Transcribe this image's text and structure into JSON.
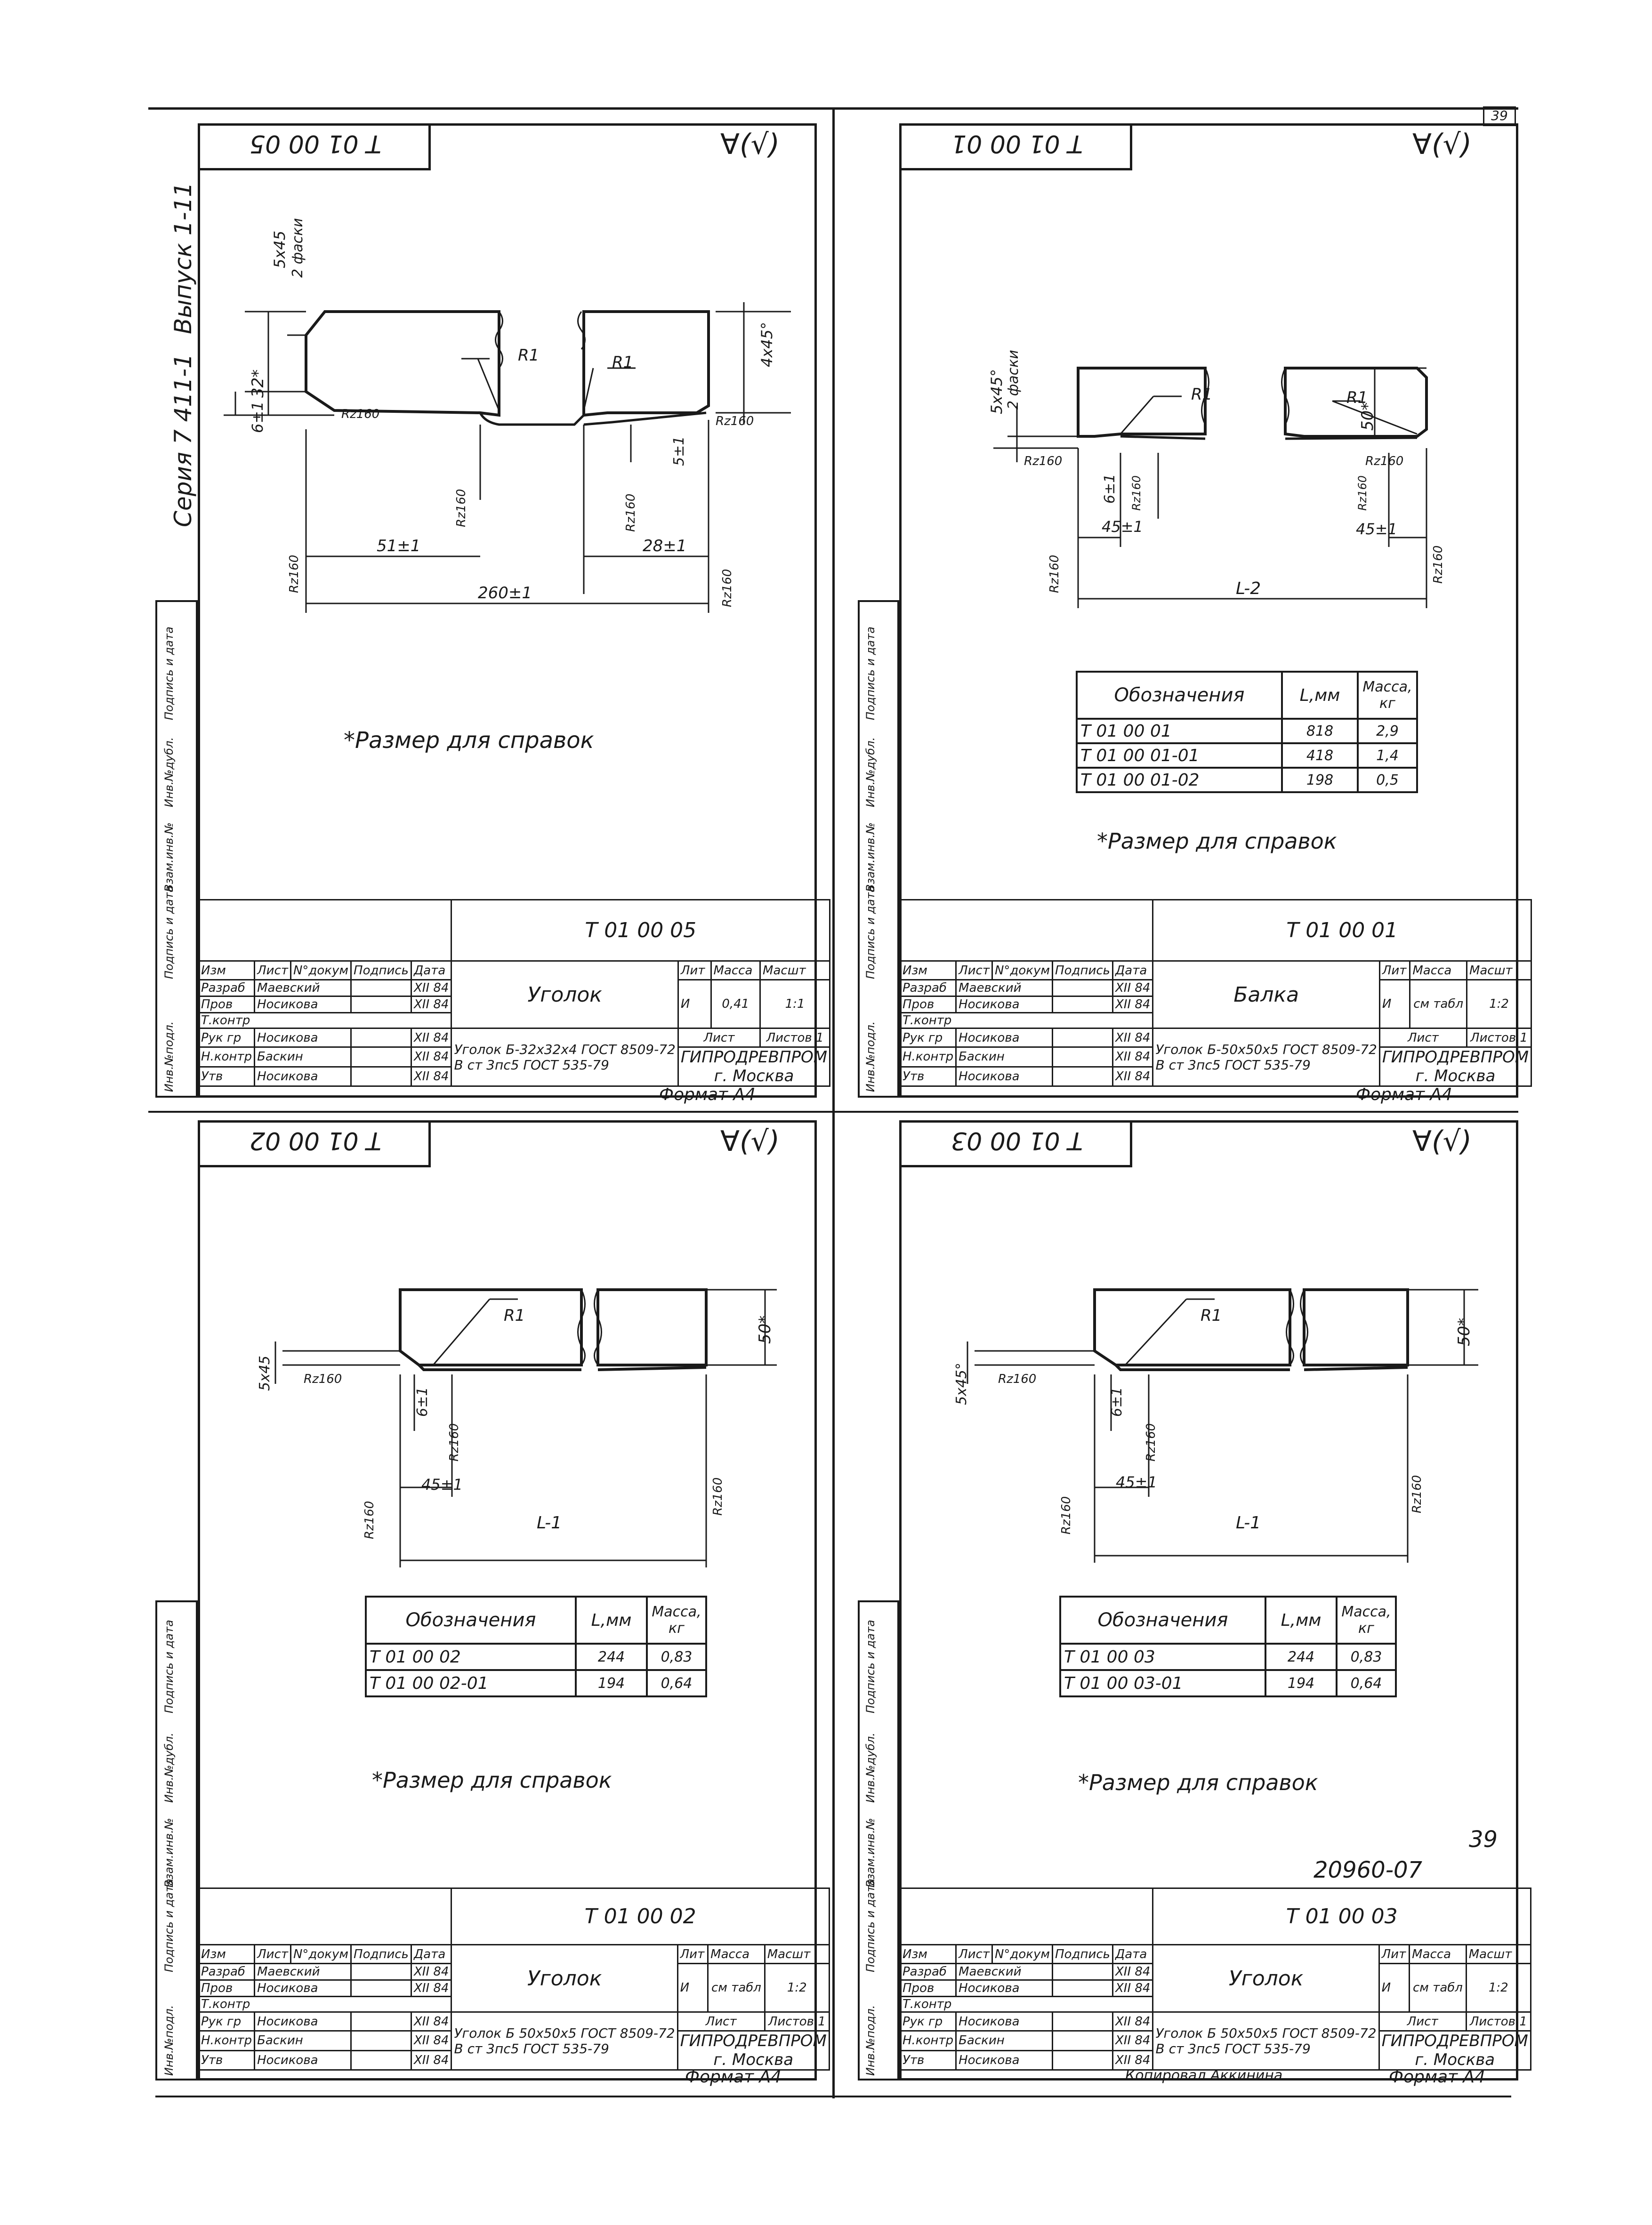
{
  "page": {
    "page_number": "39",
    "sheet_code": "20960-07",
    "sheet_number_handwritten": "39",
    "copied_by": "Копировал Аккинина"
  },
  "series": {
    "label": "Серия 7 411-1",
    "issue": "Выпуск 1-11"
  },
  "side_strip": {
    "labels": [
      "Инв.№подл.",
      "Подпись и дата",
      "Взам.инв.№",
      "Инв.№дубл.",
      "Подпись и дата"
    ]
  },
  "common": {
    "roughness_mark": "∀(√)",
    "roughness_rz": "Rz160",
    "reference_note": "*Размер для справок",
    "format": "Формат А4",
    "tb_headers": {
      "izm": "Изм",
      "list": "Лист",
      "ndokum": "N°докум",
      "podpis": "Подпись",
      "data": "Дата",
      "razrab": "Разраб",
      "prov": "Пров",
      "tkontr": "Т.контр",
      "rukgr": "Рук гр",
      "nkontr": "Н.контр",
      "utv": "Утв",
      "lit": "Лит",
      "massa": "Масса",
      "masshtab": "Масшт",
      "list_short": "Лист",
      "listov": "Листов 1",
      "lit_value": "И"
    },
    "people": {
      "razrab": "Маевский",
      "prov": "Носикова",
      "rukgr": "Носикова",
      "nkontr": "Баскин",
      "utv": "Носикова"
    },
    "date": "XII 84",
    "org": "ГИПРОДРЕВПРОМ",
    "city": "г. Москва",
    "spec_headers": {
      "designation": "Обозначения",
      "length": "L,мм",
      "mass": "Масса, кг"
    }
  },
  "panels": [
    {
      "id": "p1",
      "code": "Т 01 00 05",
      "title": "Уголок",
      "mass": "0,41",
      "scale": "1:1",
      "material_type": "Уголок",
      "material_line1": "Б-32x32x4 ГОСТ 8509-72",
      "material_line2": "В ст 3пс5 ГОСТ 535-79",
      "dims": {
        "chamfer": "5x45",
        "chamfer_note": "2 фаски",
        "height": "32*",
        "tol6": "6±1",
        "r1a": "R1",
        "r1b": "R1",
        "right_chamfer": "4x45°",
        "tol5": "5±1",
        "d51": "51±1",
        "d28": "28±1",
        "total": "260±1"
      }
    },
    {
      "id": "p2",
      "code": "Т 01 00 01",
      "title": "Балка",
      "mass": "см табл",
      "scale": "1:2",
      "material_type": "Уголок",
      "material_line1": "Б-50x50x5 ГОСТ 8509-72",
      "material_line2": "В ст 3пс5 ГОСТ 535-79",
      "dims": {
        "chamfer": "5x45°",
        "chamfer_note": "2 фаски",
        "height": "50*",
        "r1a": "R1",
        "r1b": "R1",
        "tol6": "6±1",
        "d45a": "45±1",
        "d45b": "45±1",
        "total": "L-2"
      },
      "table": [
        {
          "designation": "Т 01 00 01",
          "length": "818",
          "mass": "2,9"
        },
        {
          "designation": "Т 01 00 01-01",
          "length": "418",
          "mass": "1,4"
        },
        {
          "designation": "Т 01 00 01-02",
          "length": "198",
          "mass": "0,5"
        }
      ]
    },
    {
      "id": "p3",
      "code": "Т 01 00 02",
      "title": "Уголок",
      "mass": "см табл",
      "scale": "1:2",
      "material_type": "Уголок",
      "material_line1": "Б 50x50x5 ГОСТ 8509-72",
      "material_line2": "В ст 3пс5 ГОСТ 535-79",
      "dims": {
        "chamfer": "5x45",
        "height": "50*",
        "r1": "R1",
        "tol6": "6±1",
        "d45": "45±1",
        "total": "L-1"
      },
      "table": [
        {
          "designation": "Т 01 00 02",
          "length": "244",
          "mass": "0,83"
        },
        {
          "designation": "Т 01 00 02-01",
          "length": "194",
          "mass": "0,64"
        }
      ]
    },
    {
      "id": "p4",
      "code": "Т 01 00 03",
      "title": "Уголок",
      "mass": "см табл",
      "scale": "1:2",
      "material_type": "Уголок",
      "material_line1": "Б 50x50x5 ГОСТ 8509-72",
      "material_line2": "В ст 3пс5 ГОСТ 535-79",
      "dims": {
        "chamfer": "5x45°",
        "height": "50*",
        "r1": "R1",
        "tol6": "6±1",
        "d45": "45±1",
        "total": "L-1"
      },
      "table": [
        {
          "designation": "Т 01 00 03",
          "length": "244",
          "mass": "0,83"
        },
        {
          "designation": "Т 01 00 03-01",
          "length": "194",
          "mass": "0,64"
        }
      ]
    }
  ]
}
